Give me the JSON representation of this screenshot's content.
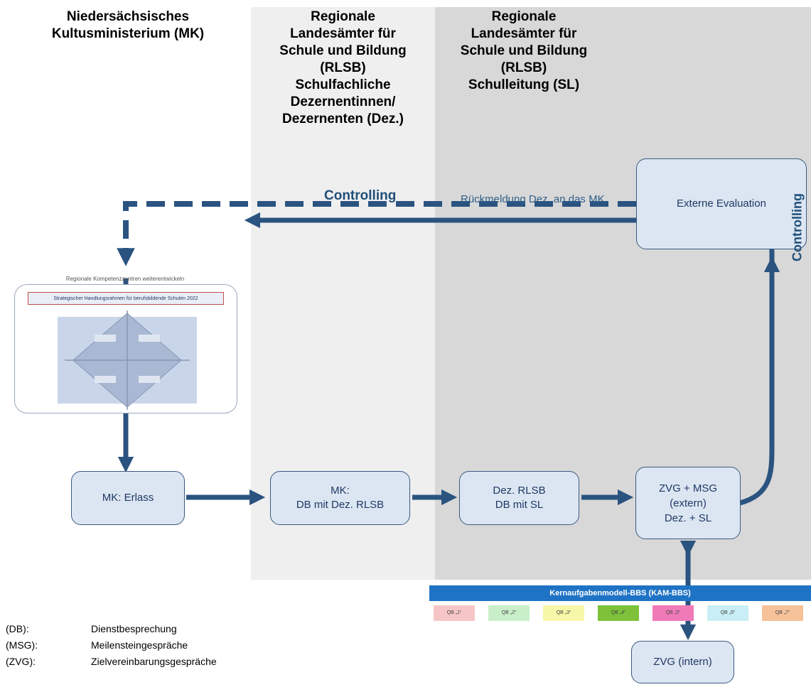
{
  "columns": {
    "mk": "Niedersächsisches\nKultusministerium (MK)",
    "dez": "Regionale\nLandesämter für\nSchule und Bildung\n(RLSB)\nSchulfachliche\nDezernentinnen/\nDezernenten (Dez.)",
    "sl": "Regionale\nLandesämter für\nSchule und Bildung\n(RLSB)\nSchulleitung (SL)"
  },
  "boxes": {
    "externe_evaluation": "Externe Evaluation",
    "mk_erlass": "MK: Erlass",
    "mk_db": "MK:\nDB mit Dez. RLSB",
    "dez_db": "Dez. RLSB\nDB mit SL",
    "zvg_msg": "ZVG + MSG\n(extern)\nDez. + SL",
    "zvg_intern": "ZVG (intern)"
  },
  "labels": {
    "controlling_left": "Controlling",
    "feedback": "Rückmeldung Dez. an das MK",
    "controlling_right": "Controlling"
  },
  "thumbnail": {
    "title": "Regionale Kompetenzzentren weiterentwickeln",
    "banner": "Strategischer Handlungsrahmen für berufsbildende Schulen 2022"
  },
  "kam": {
    "title": "Kernaufgabenmodell-BBS (KAM-BBS)",
    "cells": [
      {
        "label": "QB „1“",
        "color": "#f6c6c6"
      },
      {
        "label": "QB „2“",
        "color": "#c9efc9"
      },
      {
        "label": "QB „3“",
        "color": "#f7f7a8"
      },
      {
        "label": "QB „4“",
        "color": "#7ec23a"
      },
      {
        "label": "QB „5“",
        "color": "#f07ab8"
      },
      {
        "label": "QB „6“",
        "color": "#c9eef5"
      },
      {
        "label": "QB „7“",
        "color": "#f6c29a"
      }
    ]
  },
  "legend": [
    {
      "abbr": "(DB):",
      "desc": "Dienstbesprechung"
    },
    {
      "abbr": "(MSG):",
      "desc": "Meilensteingespräche"
    },
    {
      "abbr": "(ZVG):",
      "desc": "Zielvereinbarungsgespräche"
    }
  ],
  "colors": {
    "arrow": "#2a5380",
    "box_fill": "#dce6f2",
    "lane_light": "#efefef",
    "lane_dark": "#d8d8d8"
  }
}
